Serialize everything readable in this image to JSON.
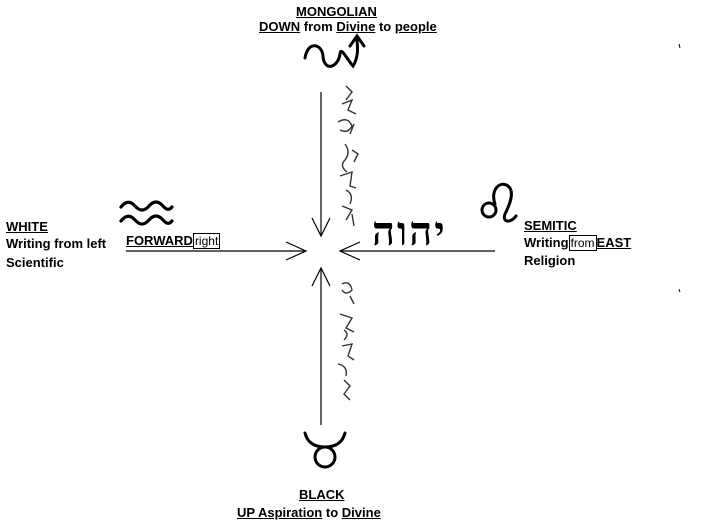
{
  "north": {
    "title": "MONGOLIAN",
    "line_word1": "DOWN",
    "line_word2": "from",
    "line_word3": "Divine",
    "line_word4": "to",
    "line_word5": "people"
  },
  "west": {
    "title": "WHITE",
    "line1": "Writing from left",
    "line2": "Scientific",
    "arrow_word": "FORWARD",
    "arrow_box": "right"
  },
  "east": {
    "title": "SEMITIC",
    "line1_a": "Writing",
    "line1_box": "from",
    "line1_b": "EAST",
    "line2": "Religion",
    "hebrew": "יהוה"
  },
  "south": {
    "title": "BLACK",
    "line_word1": "UP Aspiration",
    "line_word2": "to",
    "line_word3": "Divine"
  },
  "icons": {
    "north": "serpent-arrow-icon",
    "west": "aquarius-waves-icon",
    "east": "leo-icon",
    "south": "taurus-icon"
  }
}
